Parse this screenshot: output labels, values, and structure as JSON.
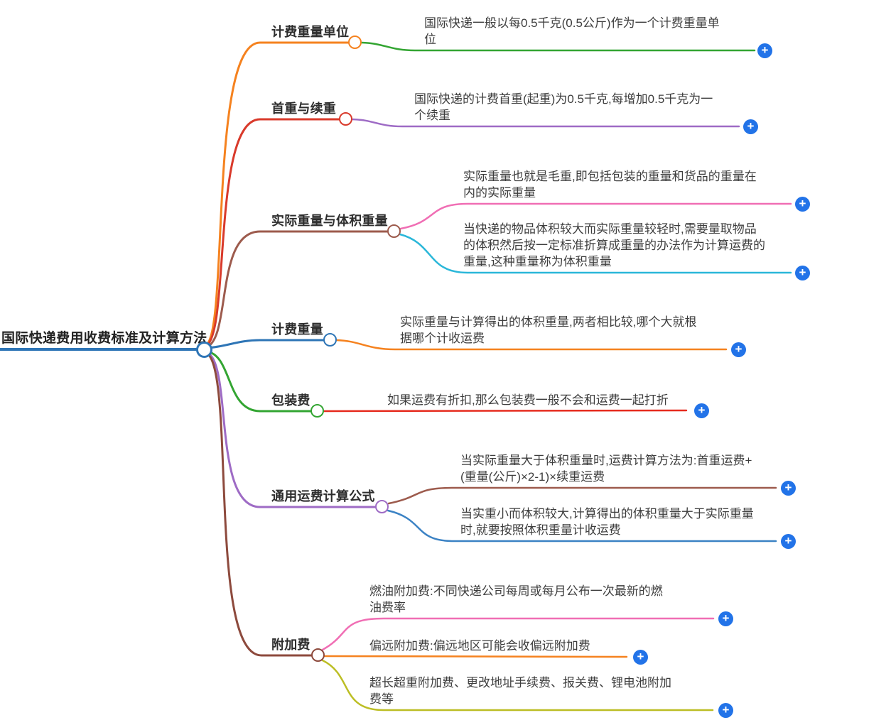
{
  "root": {
    "label": "国际快递费用收费标准及计算方法",
    "color": "#2e75b6"
  },
  "branches": [
    {
      "label": "计费重量单位",
      "color": "#f5821f",
      "leaves": [
        {
          "text": "国际快递一般以每0.5千克(0.5公斤)作为一个计费重量单\n位",
          "line_color": "#33a532"
        }
      ]
    },
    {
      "label": "首重与续重",
      "color": "#d93a2b",
      "leaves": [
        {
          "text": "国际快递的计费首重(起重)为0.5千克,每增加0.5千克为一\n个续重",
          "line_color": "#9e6bc5"
        }
      ]
    },
    {
      "label": "实际重量与体积重量",
      "color": "#9d5b4d",
      "leaves": [
        {
          "text": "实际重量也就是毛重,即包括包装的重量和货品的重量在\n内的实际重量",
          "line_color": "#f06eb4"
        },
        {
          "text": "当快递的物品体积较大而实际重量较轻时,需要量取物品\n的体积然后按一定标准折算成重量的办法作为计算运费的\n重量,这种重量称为体积重量",
          "line_color": "#2ab7d9"
        }
      ]
    },
    {
      "label": "计费重量",
      "color": "#2e75b6",
      "leaves": [
        {
          "text": "实际重量与计算得出的体积重量,两者相比较,哪个大就根\n据哪个计收运费",
          "line_color": "#f5821f"
        }
      ]
    },
    {
      "label": "包装费",
      "color": "#33a532",
      "leaves": [
        {
          "text": "如果运费有折扣,那么包装费一般不会和运费一起打折",
          "line_color": "#e62b1e"
        }
      ]
    },
    {
      "label": "通用运费计算公式",
      "color": "#9e6bc5",
      "leaves": [
        {
          "text": "当实际重量大于体积重量时,运费计算方法为:首重运费+\n(重量(公斤)×2-1)×续重运费",
          "line_color": "#9d5b4d"
        },
        {
          "text": "当实重小而体积较大,计算得出的体积重量大于实际重量\n时,就要按照体积重量计收运费",
          "line_color": "#3b82c4"
        }
      ]
    },
    {
      "label": "附加费",
      "color": "#8d4a3d",
      "leaves": [
        {
          "text": "燃油附加费:不同快递公司每周或每月公布一次最新的燃\n油费率",
          "line_color": "#f06eb4"
        },
        {
          "text": "偏远附加费:偏远地区可能会收偏远附加费",
          "line_color": "#f5821f"
        },
        {
          "text": "超长超重附加费、更改地址手续费、报关费、锂电池附加\n费等",
          "line_color": "#bcbe24"
        }
      ]
    }
  ],
  "add_button": {
    "symbol": "+",
    "color": "#2273e8"
  },
  "colors": {
    "background": "#ffffff",
    "label_text": "#2d2d2d",
    "leaf_text": "#3d3d3d",
    "plus_blue": "#2273e8"
  }
}
